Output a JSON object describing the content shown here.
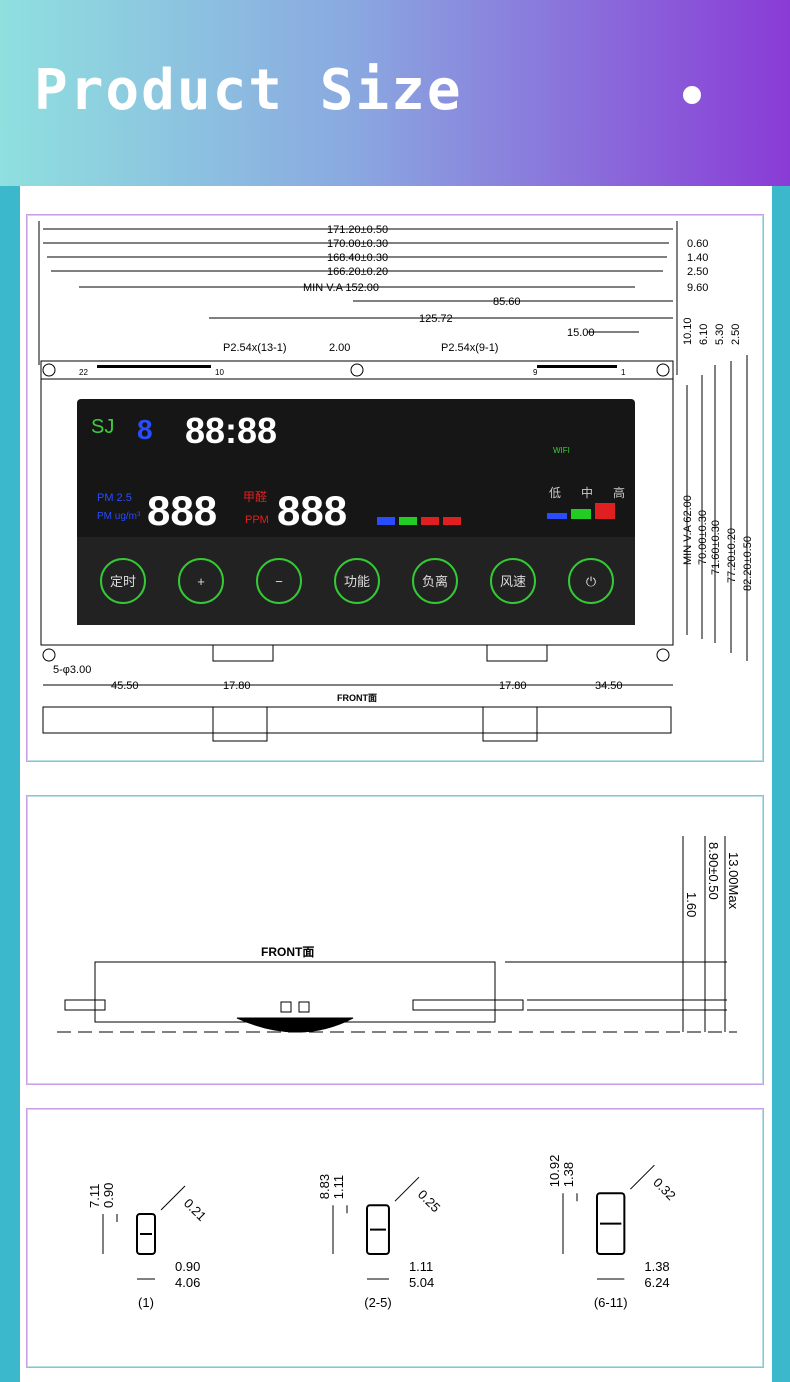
{
  "header": {
    "title": "Product Size"
  },
  "colors": {
    "gradient_start": "#8fe0df",
    "gradient_mid": "#8aa8e0",
    "gradient_end": "#8a3bd6",
    "frame": "#3cb8cc",
    "panel_border": "#c9a0e6"
  },
  "top_view": {
    "dims_top": [
      "171.20±0.50",
      "170.00±0.30",
      "168.40±0.30",
      "166.20±0.20",
      "MIN V.A 152.00",
      "85.60",
      "125.72",
      "15.00"
    ],
    "dims_right_top": [
      "0.60",
      "1.40",
      "2.50",
      "9.60"
    ],
    "dims_vertical_small": [
      "10.10",
      "6.10",
      "5.30",
      "2.50"
    ],
    "pitch_left": "P2.54x(13-1)",
    "pitch_gap": "2.00",
    "pitch_right": "P2.54x(9-1)",
    "pin_labels": [
      "22",
      "10",
      "9",
      "1"
    ],
    "dims_right_vertical": [
      "MIN V.A 62.00",
      "70.00±0.30",
      "71.60±0.30",
      "77.20±0.20",
      "82.20±0.50"
    ],
    "hole_label": "5-φ3.00",
    "dims_bottom": [
      "45.50",
      "17.80",
      "17.80",
      "34.50"
    ],
    "front_label": "FRONT面",
    "display": {
      "logo": "SJ",
      "clock": "88:88",
      "digit_small": "8",
      "left_label_1": "PM 2.5",
      "left_label_2": "PM ug/m³",
      "digits_left": "888",
      "mid_label_1": "甲醛",
      "mid_label_2": "PPM",
      "digits_right": "888",
      "wifi_label": "WIFI",
      "speed_labels": [
        "低",
        "中",
        "高"
      ],
      "buttons": [
        "定时",
        "+",
        "−",
        "功能",
        "负离",
        "风速",
        "⏻"
      ]
    }
  },
  "side_view": {
    "front_label": "FRONT面",
    "dims": [
      "13.00Max",
      "8.90±0.50",
      "1.60"
    ]
  },
  "digit_details": [
    {
      "caption": "(1)",
      "height": "7.11",
      "top": "0.90",
      "slant": "0.21",
      "seg": "0.90",
      "width": "4.06"
    },
    {
      "caption": "(2-5)",
      "height": "8.83",
      "top": "1.11",
      "slant": "0.25",
      "seg": "1.11",
      "width": "5.04"
    },
    {
      "caption": "(6-11)",
      "height": "10.92",
      "top": "1.38",
      "slant": "0.32",
      "seg": "1.38",
      "width": "6.24"
    }
  ]
}
